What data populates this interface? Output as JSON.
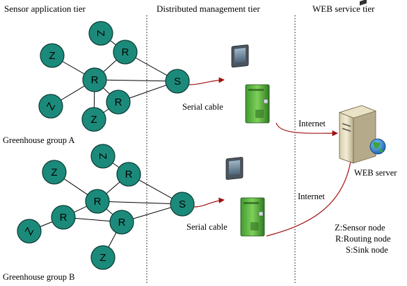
{
  "tiers": {
    "sensor": "Sensor application tier",
    "management": "Distributed management tier",
    "web": "WEB service tier"
  },
  "groups": {
    "a": "Greenhouse group A",
    "b": "Greenhouse group B"
  },
  "cables": {
    "top": "Serial cable",
    "bottom": "Serial cable"
  },
  "internet": {
    "top": "Internet",
    "bottom": "Internet"
  },
  "server": {
    "label": "WEB server"
  },
  "legend": {
    "z": "Z:Sensor node",
    "r": "R:Routing node",
    "s": "S:Sink node"
  },
  "node_letters": {
    "z": "Z",
    "r": "R",
    "s": "S"
  },
  "colors": {
    "node_fill": "#1c8a7a",
    "link_red": "#a01010"
  }
}
